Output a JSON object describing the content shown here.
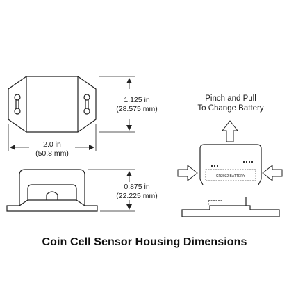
{
  "dimensions": {
    "height_in": "1.125 in",
    "height_mm": "(28.575 mm)",
    "width_in": "2.0 in",
    "width_mm": "(50.8 mm)",
    "depth_in": "0.875 in",
    "depth_mm": "(22.225 mm)"
  },
  "instruction": {
    "line1": "Pinch and Pull",
    "line2": "To Change Battery"
  },
  "battery_label": "CR2032 BATTERY",
  "caption": "Coin Cell Sensor Housing Dimensions"
}
